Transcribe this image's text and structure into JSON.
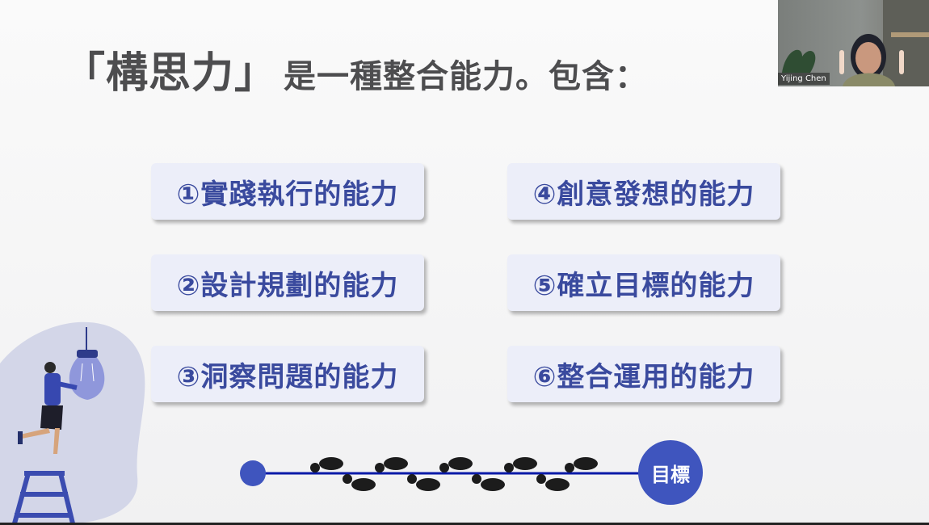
{
  "title": {
    "bracket": "「構思力」",
    "rest": "是一種整合能力。包含："
  },
  "abilities": [
    "①實踐執行的能力",
    "②設計規劃的能力",
    "③洞察問題的能力",
    "④創意發想的能力",
    "⑤確立目標的能力",
    "⑥整合運用的能力"
  ],
  "timeline": {
    "goal_label": "目標"
  },
  "video": {
    "participant_name": "Yijing Chen"
  },
  "colors": {
    "accent": "#3f55be",
    "card_text": "#3a4a9e",
    "card_bg": "#eceef9",
    "title": "#4d4d4f"
  }
}
